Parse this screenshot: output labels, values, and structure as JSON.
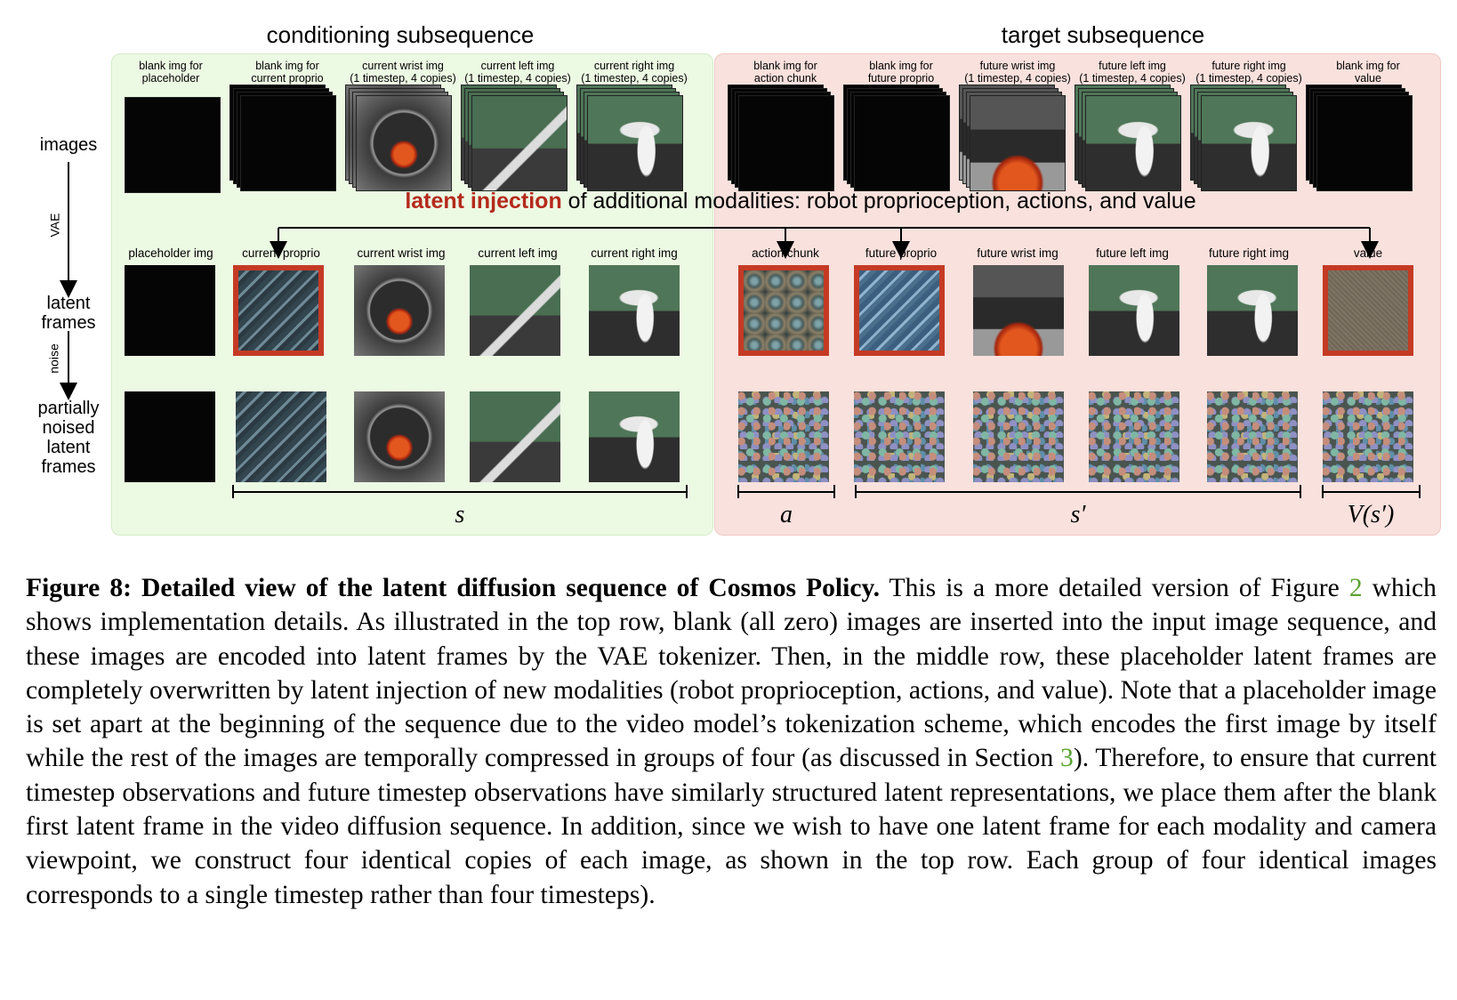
{
  "titles": {
    "conditioning": "conditioning subsequence",
    "target": "target subsequence"
  },
  "row_labels": {
    "images": "images",
    "latent_frames": "latent\nframes",
    "partially_noised": "partially\nnoised\nlatent\nframes",
    "vae": "VAE",
    "noise": "noise"
  },
  "top_captions": [
    "blank img for\nplaceholder",
    "blank img for\ncurrent proprio",
    "current wrist img\n(1 timestep, 4 copies)",
    "current left img\n(1 timestep, 4 copies)",
    "current right img\n(1 timestep, 4 copies)",
    "blank img for\naction chunk",
    "blank img for\nfuture proprio",
    "future wrist img\n(1 timestep, 4 copies)",
    "future left img\n(1 timestep, 4 copies)",
    "future right img\n(1 timestep, 4 copies)",
    "blank img for\nvalue"
  ],
  "latent_captions": [
    "placeholder img",
    "current proprio",
    "current wrist img",
    "current left img",
    "current right img",
    "action chunk",
    "future proprio",
    "future wrist img",
    "future left img",
    "future right img",
    "value"
  ],
  "injection": {
    "highlight": "latent injection",
    "rest": " of additional modalities: robot proprioception, actions, and value"
  },
  "brace_labels": {
    "s": "s",
    "a": "a",
    "s_prime": "s′",
    "v": "V(s′)"
  },
  "caption": {
    "figure_label": "Figure 8: Detailed view of the latent diffusion sequence of Cosmos Policy.",
    "p1": " This is a more detailed version of Figure ",
    "ref_fig": "2",
    "p2": " which shows implementation details. As illustrated in the top row, blank (all zero) images are inserted into the input image sequence, and these images are encoded into latent frames by the VAE tokenizer. Then, in the middle row, these placeholder latent frames are completely overwritten by latent injection of new modalities (robot proprioception, actions, and value). Note that a placeholder image is set apart at the beginning of the sequence due to the video model’s tokenization scheme, which encodes the first image by itself while the rest of the images are temporally compressed in groups of four (as discussed in Section ",
    "ref_sec": "3",
    "p3": "). Therefore, to ensure that current timestep observations and future timestep observations have similarly structured latent representations, we place them after the blank first latent frame in the video diffusion sequence. In addition, since we wish to have one latent frame for each modality and camera viewpoint, we construct four identical copies of each image, as shown in the top row. Each group of four identical images corresponds to a single timestep rather than four timesteps)."
  },
  "colors": {
    "cond_panel": "#ecf9e3",
    "target_panel": "#f9e1dd",
    "injection_red": "#b5291c",
    "frame_red": "#c53a24",
    "link_green": "#5aa332"
  }
}
